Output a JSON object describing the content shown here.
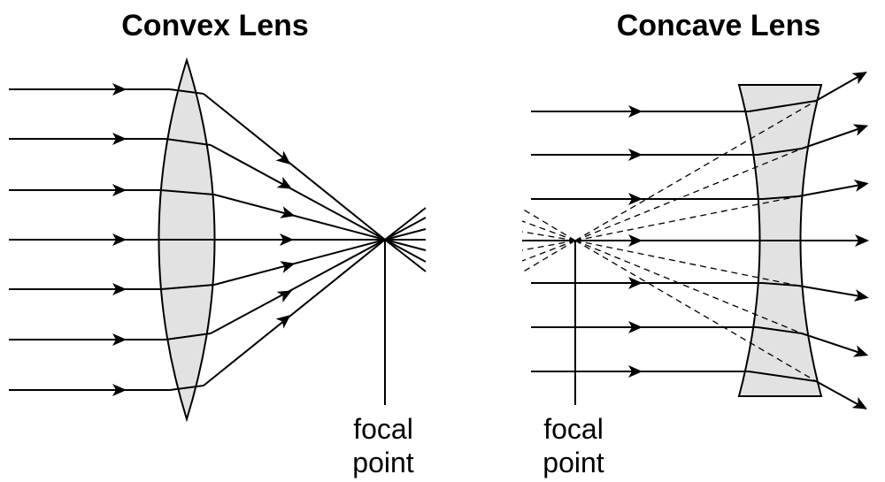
{
  "convex": {
    "title": "Convex Lens",
    "focal_label_line1": "focal",
    "focal_label_line2": "point"
  },
  "concave": {
    "title": "Concave Lens",
    "focal_label_line1": "focal",
    "focal_label_line2": "point"
  },
  "colors": {
    "lens_fill": "#e2e2e2",
    "ray": "#000000"
  }
}
